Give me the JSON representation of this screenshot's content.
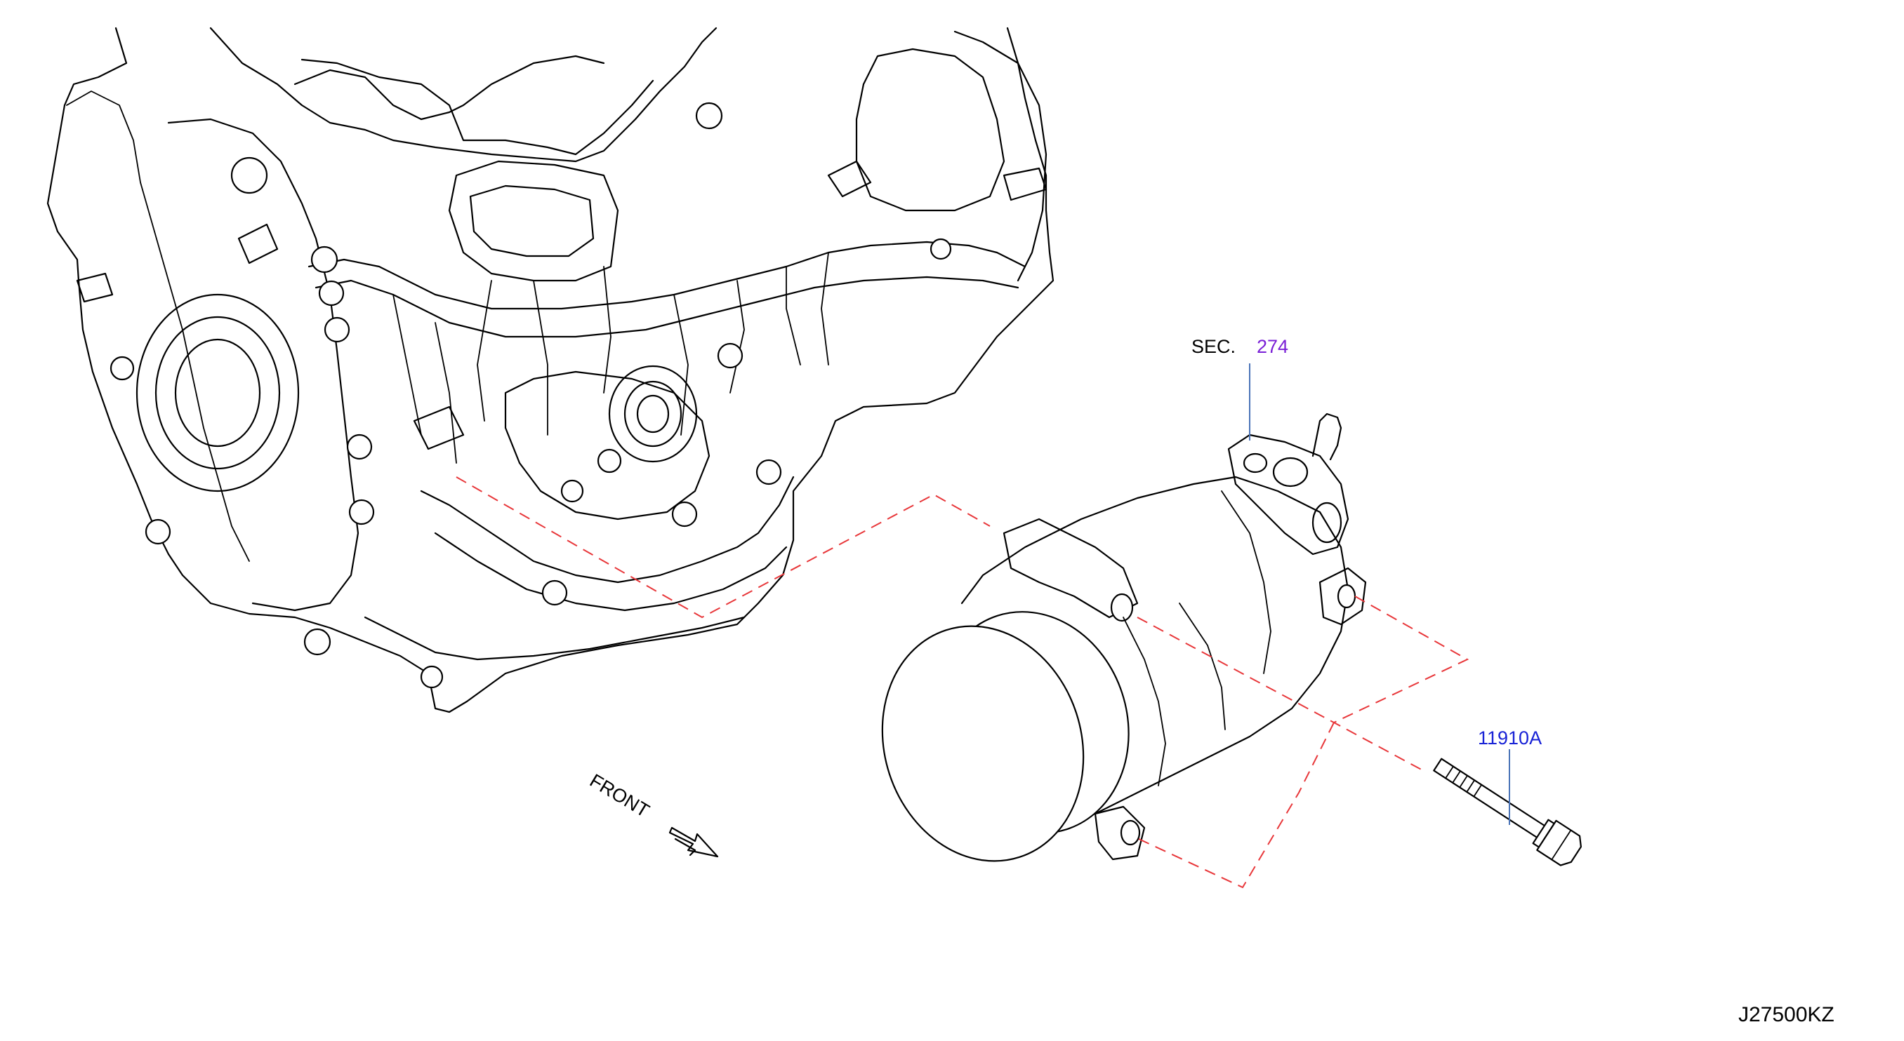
{
  "colors": {
    "part_line": "#000000",
    "assembly_dash": "#e8373a",
    "leader_line": "#4a74b8",
    "section_ref": "#7a1fd6",
    "part_number": "#1822d6"
  },
  "callouts": {
    "section_prefix": "SEC.",
    "section_number": "274",
    "bolt_part_number": "11910A"
  },
  "orientation": {
    "front_label": "FRONT"
  },
  "figure": {
    "code": "J27500KZ"
  }
}
